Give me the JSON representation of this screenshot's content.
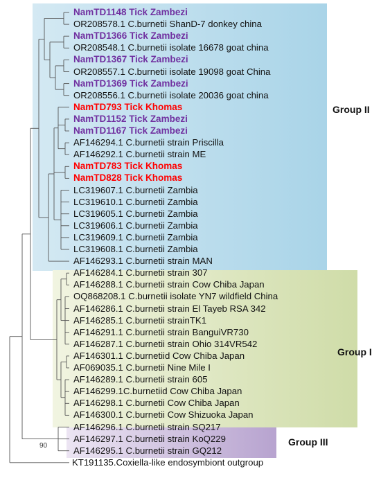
{
  "colors": {
    "zambezi": "#7030a0",
    "khomas": "#ff0000",
    "default_text": "#111111",
    "branch_line": "#555555"
  },
  "tree": {
    "leaves": [
      {
        "label": "NamTD1148 Tick Zambezi",
        "highlight": "zambezi"
      },
      {
        "label": "OR208578.1 C.burnetii ShanD-7 donkey china"
      },
      {
        "label": "NamTD1366 Tick Zambezi",
        "highlight": "zambezi"
      },
      {
        "label": "OR208548.1 C.burnetii isolate 16678 goat china"
      },
      {
        "label": "NamTD1367 Tick Zambezi",
        "highlight": "zambezi"
      },
      {
        "label": "OR208557.1 C.burnetii isolate 19098 goat China"
      },
      {
        "label": "NamTD1369 Tick Zambezi",
        "highlight": "zambezi"
      },
      {
        "label": "OR208556.1 C.burnetii isolate 20036 goat china"
      },
      {
        "label": "NamTD793 Tick Khomas",
        "highlight": "khomas"
      },
      {
        "label": "NamTD1152 Tick Zambezi",
        "highlight": "zambezi"
      },
      {
        "label": "NamTD1167 Tick Zambezi",
        "highlight": "zambezi"
      },
      {
        "label": "AF146294.1 C.burnetii strain Priscilla"
      },
      {
        "label": "AF146292.1 C.burnetii strain ME"
      },
      {
        "label": "NamTD783 Tick Khomas",
        "highlight": "khomas"
      },
      {
        "label": "NamTD828 Tick Khomas",
        "highlight": "khomas"
      },
      {
        "label": "LC319607.1 C.burnetii Zambia"
      },
      {
        "label": "LC319610.1 C.burnetii Zambia"
      },
      {
        "label": "LC319605.1 C.burnetii Zambia"
      },
      {
        "label": "LC319606.1 C.burnetii Zambia"
      },
      {
        "label": "LC319609.1 C.burnetii Zambia"
      },
      {
        "label": "LC319608.1 C.burnetii Zambia"
      },
      {
        "label": "AF146293.1 C.burnetii strain MAN"
      },
      {
        "label": "AF146284.1 C.burnetii strain 307"
      },
      {
        "label": "AF146288.1 C.burnetii strain Cow Chiba Japan"
      },
      {
        "label": "OQ868208.1 C.burnetii isolate YN7 wildfield China"
      },
      {
        "label": "AF146286.1 C.burnetii strain El Tayeb RSA 342"
      },
      {
        "label": "AF146285.1 C.burnetii strainTK1"
      },
      {
        "label": "AF146291.1 C.burnetii strain BanguiVR730"
      },
      {
        "label": "AF146287.1 C.burnetii strain Ohio 314VR542"
      },
      {
        "label": "AF146301.1 C.burnetiid Cow Chiba Japan"
      },
      {
        "label": "AF069035.1 C.burnetii Nine Mile I"
      },
      {
        "label": "AF146289.1 C.burnetii strain 605"
      },
      {
        "label": "AF146299.1C.burnetiid Cow Chiba Japan"
      },
      {
        "label": "AF146298.1 C.burnetii Cow Chiba Japan"
      },
      {
        "label": "AF146300.1 C.burnetii Cow Shizuoka Japan"
      },
      {
        "label": "AF146296.1 C.burnetii strain SQ217"
      },
      {
        "label": "AF146297.1 C.burnetii strain KoQ229"
      },
      {
        "label": "AF146295.1 C.burnetii strain GQ212"
      },
      {
        "label": "KT191135.Coxiella-like endosymbiont outgroup"
      }
    ],
    "groups": [
      {
        "id": "g2",
        "label": "Group II"
      },
      {
        "id": "g1",
        "label": "Group I"
      },
      {
        "id": "g3",
        "label": "Group III"
      }
    ],
    "bootstrap": "90"
  }
}
